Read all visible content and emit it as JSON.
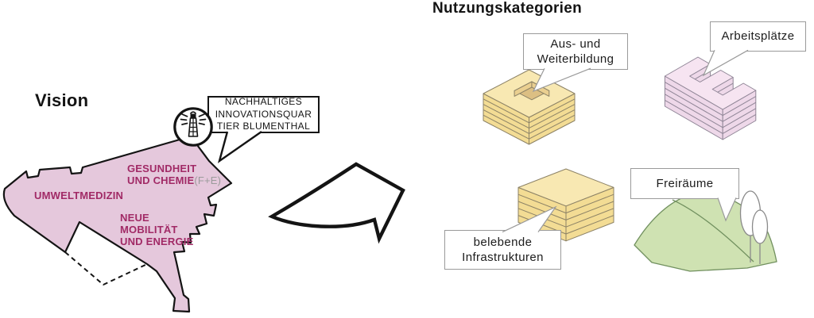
{
  "headings": {
    "vision": "Vision",
    "nutzungskategorien": "Nutzungskategorien"
  },
  "vision_map": {
    "zones": [
      {
        "line1": "GESUNDHEIT",
        "line2": "UND CHEMIE",
        "suffix": "(F+E)"
      },
      {
        "line1": "UMWELTMEDIZIN"
      },
      {
        "line1": "NEUE",
        "line2": "MOBILITÄT",
        "line3": "UND ENERGIE"
      }
    ],
    "callout": {
      "line1": "NACHHALTIGES",
      "line2": "INNOVATIONSQUAR",
      "line3": "TIER BLUMENTHAL"
    },
    "icon": "lighthouse-icon"
  },
  "categories": [
    {
      "name": "Aus- und Weiterbildung",
      "line1": "Aus- und",
      "line2": "Weiterbildung",
      "illustration": "courtyard-building"
    },
    {
      "name": "Arbeitsplätze",
      "line1": "Arbeitsplätze",
      "illustration": "e-shaped-building"
    },
    {
      "name": "belebende Infrastrukturen",
      "line1": "belebende",
      "line2": "Infrastrukturen",
      "illustration": "stacked-slabs"
    },
    {
      "name": "Freiräume",
      "line1": "Freiräume",
      "illustration": "green-hill-with-trees"
    }
  ],
  "colors": {
    "map_fill": "#e5c8dc",
    "zone_text": "#a12a66",
    "suffix_gray": "#9b9b9b",
    "ink": "#141414",
    "box_border_gray": "#9a9a9a",
    "yellow_top": "#f8e8b2",
    "yellow_side": "#f3dc94",
    "yellow_mid": "#eacf90",
    "yellow_deep": "#dcbf83",
    "yellow_line": "#8c8266",
    "pink_top": "#f6e4f1",
    "pink_side": "#eed8e9",
    "pink_line": "#8f8596",
    "green_fill": "#cfe2b2",
    "green_line": "#71905f",
    "tree_line": "#8a8a8a"
  }
}
